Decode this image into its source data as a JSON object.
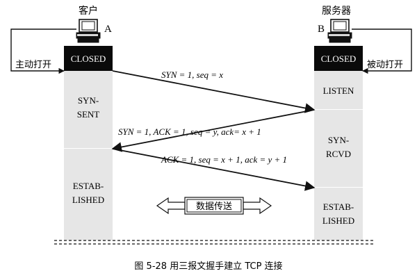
{
  "client": {
    "title": "客户",
    "node_letter": "A",
    "action_label": "主动打开",
    "states": {
      "closed": "CLOSED",
      "syn_sent_line1": "SYN-",
      "syn_sent_line2": "SENT",
      "established_line1": "ESTAB-",
      "established_line2": "LISHED"
    }
  },
  "server": {
    "title": "服务器",
    "node_letter": "B",
    "action_label": "被动打开",
    "states": {
      "closed": "CLOSED",
      "listen": "LISTEN",
      "syn_rcvd_line1": "SYN-",
      "syn_rcvd_line2": "RCVD",
      "established_line1": "ESTAB-",
      "established_line2": "LISHED"
    }
  },
  "messages": [
    {
      "label": "SYN = 1, seq = x"
    },
    {
      "label": "SYN = 1, ACK = 1, seq = y, ack= x + 1"
    },
    {
      "label": "ACK = 1, seq = x + 1, ack = y + 1"
    }
  ],
  "data_transfer": {
    "label": "数据传送"
  },
  "caption": "图 5-28 用三报文握手建立 TCP 连接",
  "colors": {
    "state_fill": "#e6e6e6",
    "closed_fill": "#0a0a0a",
    "closed_text": "#ffffff",
    "line": "#111111",
    "page": "#ffffff"
  }
}
